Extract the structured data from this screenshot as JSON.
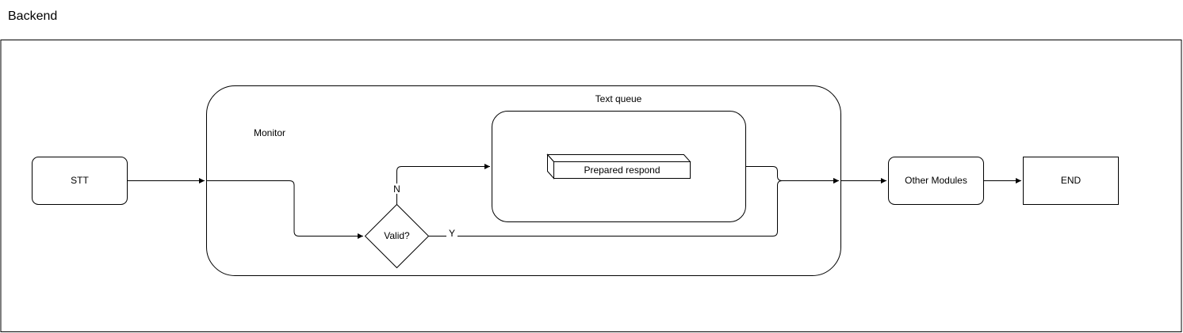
{
  "diagram": {
    "title": "Backend",
    "nodes": {
      "stt": "STT",
      "monitor": "Monitor",
      "text_queue": "Text queue",
      "prepared_respond": "Prepared respond",
      "valid": "Valid?",
      "other_modules": "Other Modules",
      "end": "END"
    },
    "edges": {
      "no_label": "N",
      "yes_label": "Y"
    }
  }
}
